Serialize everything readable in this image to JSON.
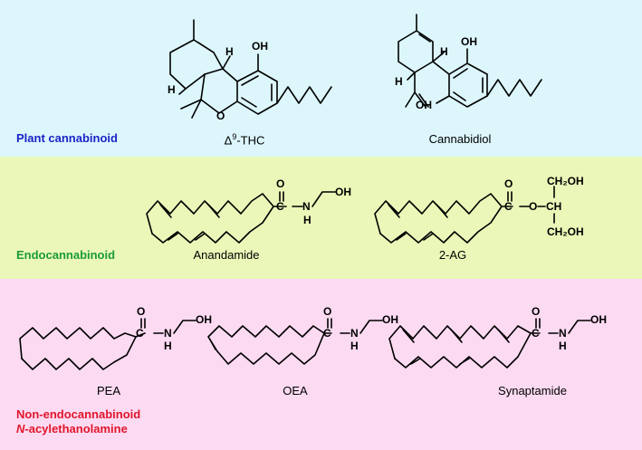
{
  "colors": {
    "plant_band": "#dcf6fb",
    "endo_band": "#eaf7b8",
    "nae_band": "#fcdaf2",
    "plant_label": "#1b24c6",
    "endo_label": "#1c9a3a",
    "nae_label": "#e0162b"
  },
  "sections": {
    "plant": {
      "label": "Plant cannabinoid",
      "compounds": {
        "thc_prefix": "Δ",
        "thc_sup": "9",
        "thc_suffix": "-THC",
        "cbd": "Cannabidiol"
      }
    },
    "endo": {
      "label": "Endocannabinoid",
      "compounds": {
        "aea": "Anandamide",
        "twoag": "2-AG"
      }
    },
    "nae": {
      "label_line1": "Non-endocannabinoid",
      "label_line2_italic": "N",
      "label_line2_rest": "-acylethanolamine",
      "compounds": {
        "pea": "PEA",
        "oea": "OEA",
        "syn": "Synaptamide"
      }
    }
  },
  "atoms": {
    "oh": "OH",
    "o": "O",
    "h": "H",
    "n": "N",
    "ch2oh": "CH₂OH",
    "ch": "CH",
    "c": "C",
    "ester_o": "O"
  }
}
